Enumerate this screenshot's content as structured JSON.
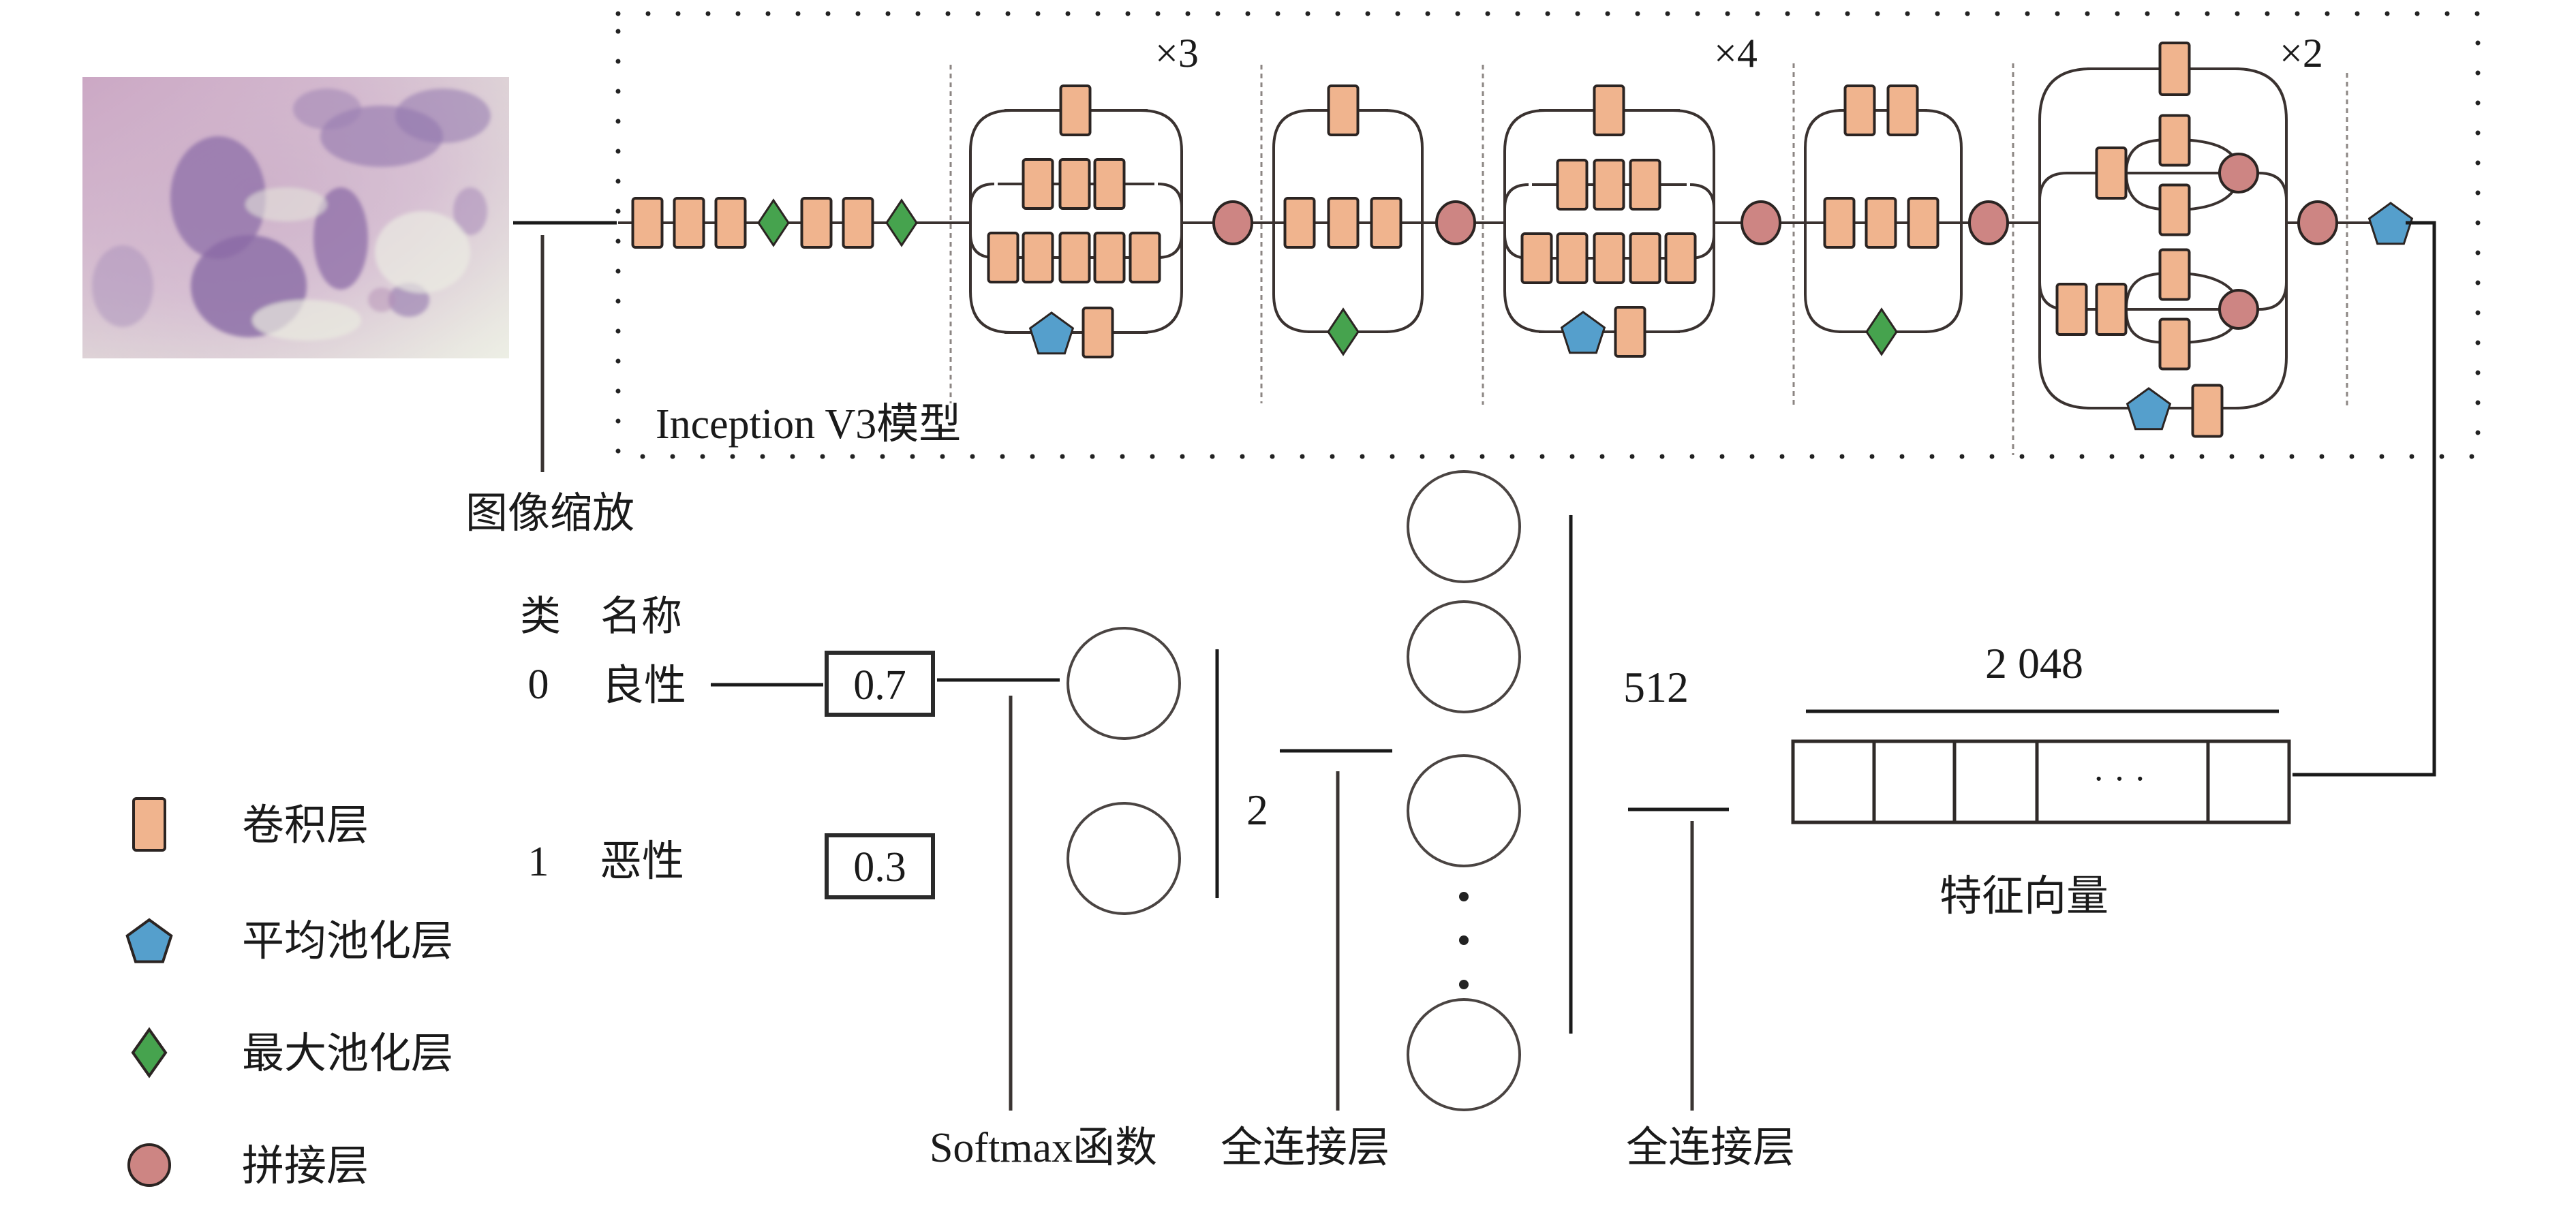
{
  "figure": {
    "model_label": "Inception V3模型",
    "resize_label": "图像缩放",
    "input_image": "breast-histopathology-image"
  },
  "repeats": {
    "block_a": "×3",
    "block_b": "×4",
    "block_c": "×2"
  },
  "feature_vector": {
    "label": "特征向量",
    "dimension": "2 048",
    "ellipsis": "· · ·"
  },
  "fc_layer_1": {
    "label": "全连接层",
    "dimension": "512"
  },
  "fc_layer_2": {
    "label": "全连接层",
    "dimension": "2"
  },
  "softmax": {
    "label": "Softmax函数"
  },
  "classes": {
    "header_class": "类",
    "header_name": "名称",
    "items": [
      {
        "id": "0",
        "name": "良性",
        "probability": "0.7"
      },
      {
        "id": "1",
        "name": "恶性",
        "probability": "0.3"
      }
    ]
  },
  "legend": {
    "items": [
      {
        "shape": "conv-rect",
        "label": "卷积层"
      },
      {
        "shape": "avg-pool-pentagon",
        "label": "平均池化层"
      },
      {
        "shape": "max-pool-diamond",
        "label": "最大池化层"
      },
      {
        "shape": "concat-circle",
        "label": "拼接层"
      }
    ]
  },
  "colors": {
    "conv": "#F0B48E",
    "avg_pool": "#559FCC",
    "max_pool": "#46A34E",
    "concat": "#CD8583",
    "outline": "#2b2422"
  }
}
